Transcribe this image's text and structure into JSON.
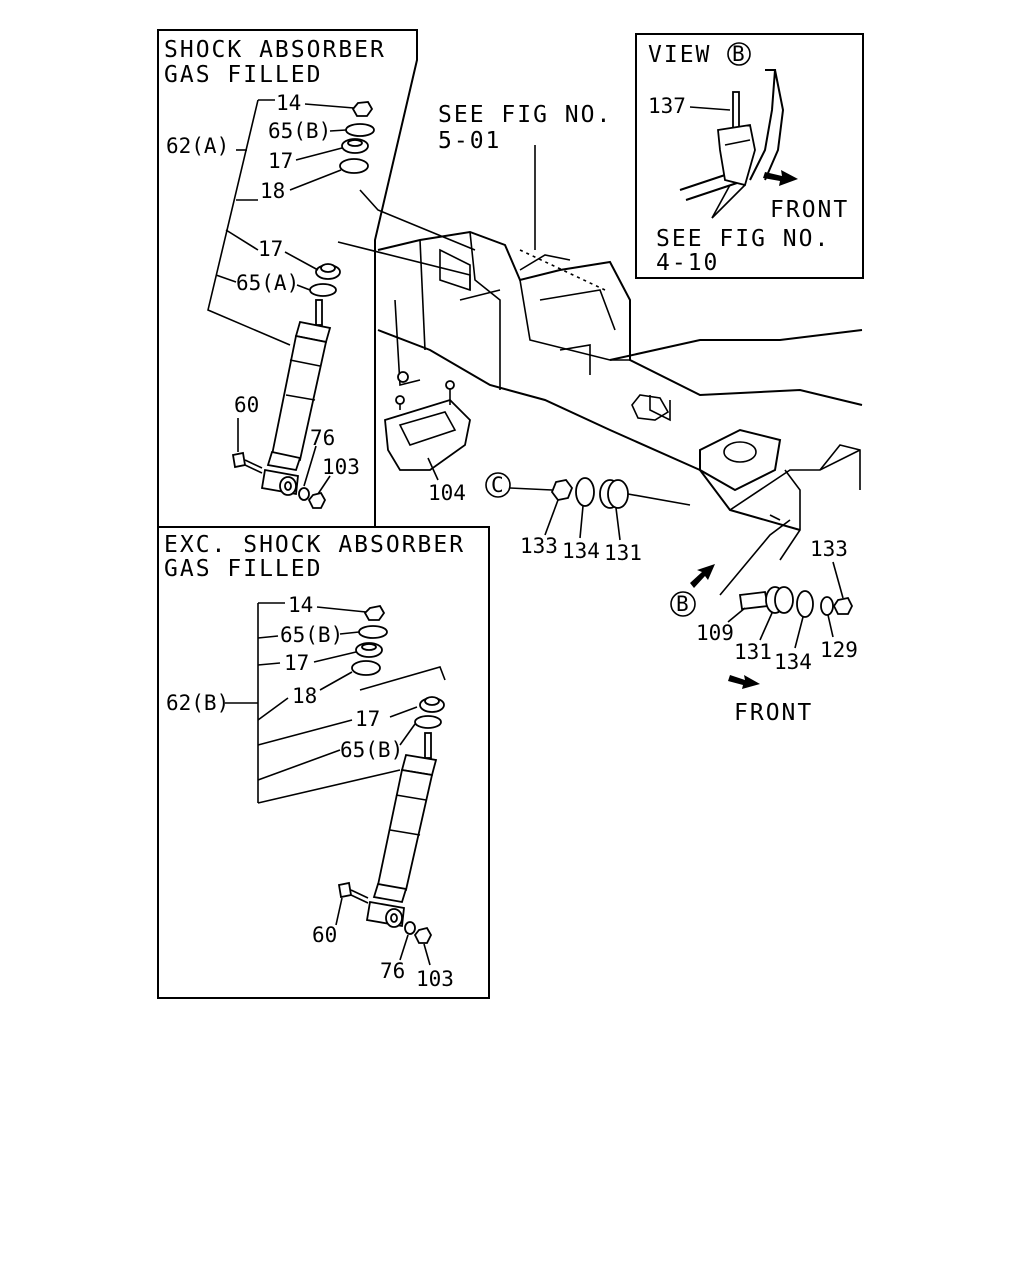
{
  "boxes": {
    "gas": {
      "title1": "SHOCK ABSORBER",
      "title2": "GAS FILLED"
    },
    "exc": {
      "title1": "EXC. SHOCK ABSORBER",
      "title2": "GAS FILLED"
    },
    "view": {
      "title": "VIEW",
      "circle": "B",
      "front": "FRONT",
      "ref1": "SEE FIG NO.",
      "ref2": "4-10"
    }
  },
  "refs": {
    "frame1": "SEE FIG NO.",
    "frame2": "5-01",
    "front": "FRONT",
    "circle_c": "C",
    "circle_b": "B"
  },
  "callouts": {
    "a14": "14",
    "a65b": "65(B)",
    "a62a": "62(A)",
    "a17": "17",
    "a18": "18",
    "a17b": "17",
    "a65a": "65(A)",
    "a60": "60",
    "a76": "76",
    "a103": "103",
    "m104": "104",
    "m133": "133",
    "m134": "134",
    "m131": "131",
    "r133": "133",
    "r109": "109",
    "r131": "131",
    "r134": "134",
    "r129": "129",
    "v137": "137",
    "b14": "14",
    "b65b": "65(B)",
    "b17": "17",
    "b62b": "62(B)",
    "b18": "18",
    "b17b": "17",
    "b65b2": "65(B)",
    "b60": "60",
    "b76": "76",
    "b103": "103"
  }
}
